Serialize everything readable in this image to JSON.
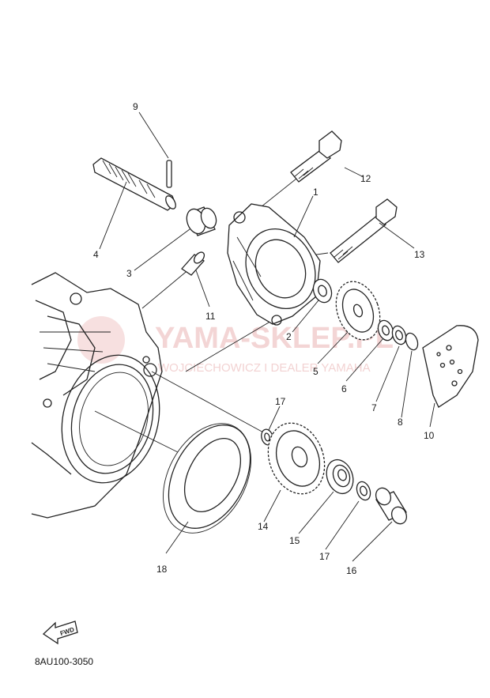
{
  "watermark": {
    "brand": "YAMA-SKLEP.PL",
    "sub": "WOJCIECHOWICZ I DEALER YAMAHA"
  },
  "fwd_label": "FWD",
  "diagram_code": "8AU100-3050",
  "callouts": {
    "c1": "1",
    "c2": "2",
    "c3": "3",
    "c4": "4",
    "c5": "5",
    "c6": "6",
    "c7": "7",
    "c8": "8",
    "c9": "9",
    "c10": "10",
    "c11": "11",
    "c12": "12",
    "c13": "13",
    "c14": "14",
    "c15": "15",
    "c16": "16",
    "c17a": "17",
    "c17b": "17",
    "c18": "18"
  }
}
